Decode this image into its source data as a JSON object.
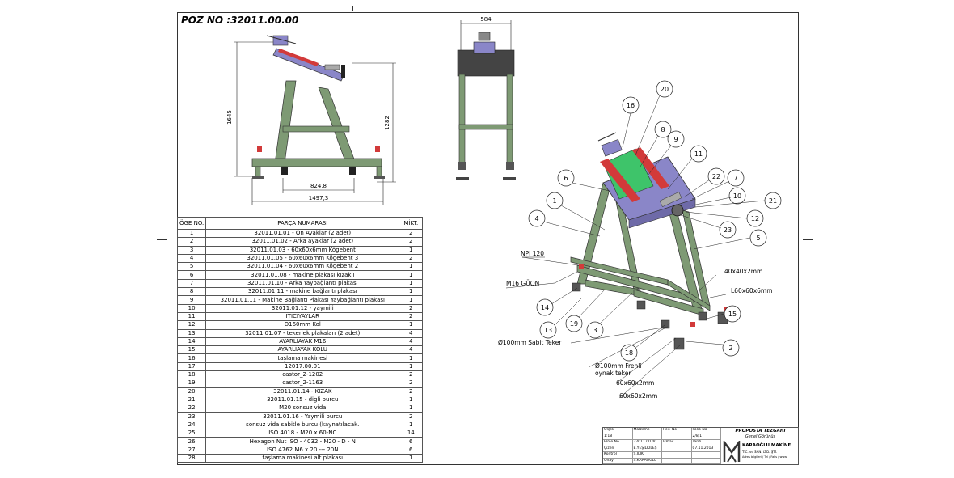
{
  "drawing": {
    "poz_no": "POZ NO :32011.00.00",
    "dimensions": {
      "height_front": "1645",
      "height_side": "1282",
      "width_top": "584",
      "wheel_span": "824,8",
      "base_width": "1497,3"
    },
    "iso_labels": {
      "npi": "NPI 120",
      "m16": "M16 GÜON",
      "sabit_teker": "Ø100mm Sabit Teker",
      "frenli_1": "Ø100mm Frenli",
      "frenli_2": "oynak teker",
      "t40": "40x40x2mm",
      "l60": "L60x60x6mm",
      "t60a": "60x60x2mm",
      "t60b": "60x60x2mm"
    },
    "balloons": [
      "20",
      "16",
      "8",
      "9",
      "11",
      "22",
      "7",
      "10",
      "21",
      "12",
      "23",
      "6",
      "1",
      "4",
      "5",
      "14",
      "13",
      "19",
      "3",
      "15",
      "18",
      "2"
    ]
  },
  "bom": {
    "headers": {
      "no": "ÖGE NO.",
      "part": "PARÇA NUMARASI",
      "qty": "MİKT."
    },
    "rows": [
      {
        "no": "1",
        "part": "32011.01.01 - Ön Ayaklar (2 adet)",
        "qty": "2"
      },
      {
        "no": "2",
        "part": "32011.01.02 - Arka ayaklar (2 adet)",
        "qty": "2"
      },
      {
        "no": "3",
        "part": "32011.01.03 - 60x60x6mm Kögebent",
        "qty": "1"
      },
      {
        "no": "4",
        "part": "32011.01.05 - 60x60x6mm Kögebent 3",
        "qty": "2"
      },
      {
        "no": "5",
        "part": "32011.01.04 - 60x60x6mm Kögebent 2",
        "qty": "1"
      },
      {
        "no": "6",
        "part": "32011.01.08 - makine plakası kızaklı",
        "qty": "1"
      },
      {
        "no": "7",
        "part": "32011.01.10 - Arka Yaybağlantı plakası",
        "qty": "1"
      },
      {
        "no": "8",
        "part": "32011.01.11 - makine bağlantı plakası",
        "qty": "1"
      },
      {
        "no": "9",
        "part": "32011.01.11 - Makine Bağlantı Plakası Yaybağlantı plakası",
        "qty": "1"
      },
      {
        "no": "10",
        "part": "32011.01.12 - yaymili",
        "qty": "2"
      },
      {
        "no": "11",
        "part": "ITICIYAYLAR",
        "qty": "2"
      },
      {
        "no": "12",
        "part": "D160mm Kol",
        "qty": "1"
      },
      {
        "no": "13",
        "part": "32011.01.07 - tekerlek plakaları (2 adet)",
        "qty": "4"
      },
      {
        "no": "14",
        "part": "AYARLIAYAK M16",
        "qty": "4"
      },
      {
        "no": "15",
        "part": "AYARLIAYAK KOLU",
        "qty": "4"
      },
      {
        "no": "16",
        "part": "taşlama makinesi",
        "qty": "1"
      },
      {
        "no": "17",
        "part": "12017.00.01",
        "qty": "1"
      },
      {
        "no": "18",
        "part": "castor_2-1202",
        "qty": "2"
      },
      {
        "no": "19",
        "part": "castor_2-1163",
        "qty": "2"
      },
      {
        "no": "20",
        "part": "32011.01.14 - KIZAK",
        "qty": "2"
      },
      {
        "no": "21",
        "part": "32011.01.15 - digli burcu",
        "qty": "1"
      },
      {
        "no": "22",
        "part": "M20 sonsuz vida",
        "qty": "1"
      },
      {
        "no": "23",
        "part": "32011.01.16 - Yaymili burcu",
        "qty": "2"
      },
      {
        "no": "24",
        "part": "sonsuz vida sabitle burcu (kaynatılacak.",
        "qty": "1"
      },
      {
        "no": "25",
        "part": "ISO 4018 - M20 x 60-NC",
        "qty": "14"
      },
      {
        "no": "26",
        "part": "Hexagon Nut ISO - 4032 - M20 - D - N",
        "qty": "6"
      },
      {
        "no": "27",
        "part": "ISO 4762 M6 x 20 --- 20N",
        "qty": "6"
      },
      {
        "no": "28",
        "part": "taşlama makinesi alt plakası",
        "qty": "1"
      }
    ]
  },
  "title_block": {
    "rows": [
      [
        "Ölçek",
        "Malzeme",
        "Rev. No",
        "Folio No"
      ],
      [
        "1:18",
        "",
        "",
        "2/8/1"
      ],
      [
        "Proje No",
        "32011.00.00",
        "Ismac",
        "Tarih"
      ],
      [
        "Çizen",
        "E.YEŞİLKİLEŞ",
        "",
        "07.11.2013"
      ],
      [
        "Kontrol",
        "S.İLİK",
        "",
        ""
      ],
      [
        "Onay",
        "S.KARAOĞLU",
        "",
        ""
      ]
    ],
    "title": "PROPOSTA TEZGAHI",
    "subtitle": "Genel Görünüş",
    "company": "KARAOĞLU MAKİNE",
    "company_sub": "TİC. ve SAN. LTD. ŞTİ.",
    "company_addr": "Adres bilgileri / Tel / Faks / www"
  },
  "colors": {
    "frame": "#7e9a74",
    "frame_dark": "#4d6648",
    "plate": "#8a86c8",
    "red": "#d23a3a",
    "green": "#3ec46a",
    "line": "#222222"
  }
}
